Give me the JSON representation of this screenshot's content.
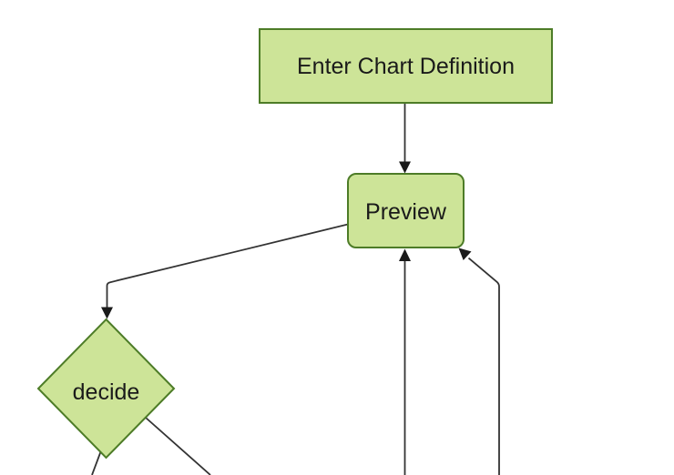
{
  "diagram": {
    "type": "flowchart",
    "colors": {
      "background": "#ffffff",
      "node-fill": "#cde498",
      "node-border": "#4d7c27",
      "edge": "#333333",
      "arrowhead": "#1a1a1a",
      "label": "#1a1a1a"
    },
    "nodes": [
      {
        "id": "enter-chart-definition",
        "label": "Enter Chart Definition",
        "shape": "rectangle"
      },
      {
        "id": "preview",
        "label": "Preview",
        "shape": "rounded-rectangle"
      },
      {
        "id": "decide",
        "label": "decide",
        "shape": "diamond"
      }
    ],
    "edges": [
      {
        "from": "enter-chart-definition",
        "to": "preview",
        "arrowhead": "into-preview-top"
      },
      {
        "from": "preview",
        "to": "decide",
        "arrowhead": "into-decide-top"
      },
      {
        "from": "offscreen-bottom",
        "to": "preview",
        "arrowhead": "into-preview-bottom"
      },
      {
        "from": "offscreen-bottom-right",
        "to": "preview",
        "arrowhead": "into-preview-bottom-right-corner"
      },
      {
        "from": "decide",
        "to": "offscreen-bottom-left",
        "arrowhead": "none-visible"
      },
      {
        "from": "decide",
        "to": "offscreen-bottom-right",
        "arrowhead": "none-visible"
      }
    ]
  }
}
